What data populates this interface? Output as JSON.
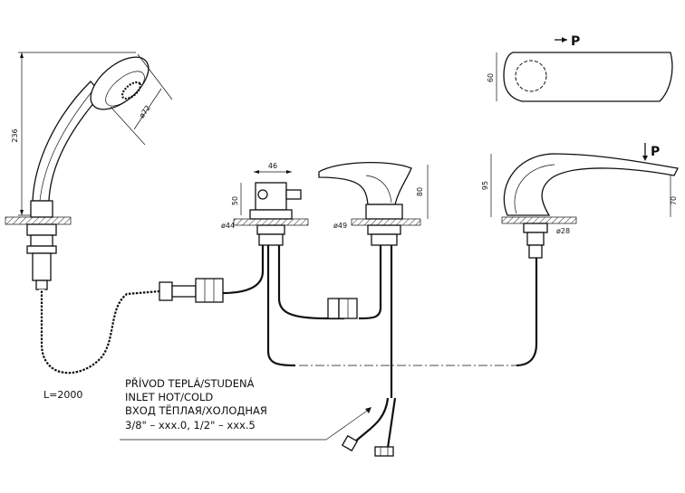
{
  "dimensions": {
    "handshower_height": "236",
    "handshower_diameter": "ø72",
    "hose_length": "L=2000",
    "diverter_width": "46",
    "diverter_height": "50",
    "diverter_base_dia": "ø44",
    "mixer_base_dia": "ø49",
    "mixer_height": "80",
    "spout_width_top": "60",
    "spout_height": "95",
    "spout_outlet_height": "70",
    "spout_base_dia": "ø28"
  },
  "view_markers": {
    "top_view": "P",
    "side_view": "P"
  },
  "inlet_note": {
    "line1": "PŘÍVOD TEPLÁ/STUDENÁ",
    "line2": "INLET HOT/COLD",
    "line3": "ВХОД ТЁПЛАЯ/ХОЛОДНАЯ",
    "line4": "3/8\" – xxx.0, 1/2\" – xxx.5"
  }
}
